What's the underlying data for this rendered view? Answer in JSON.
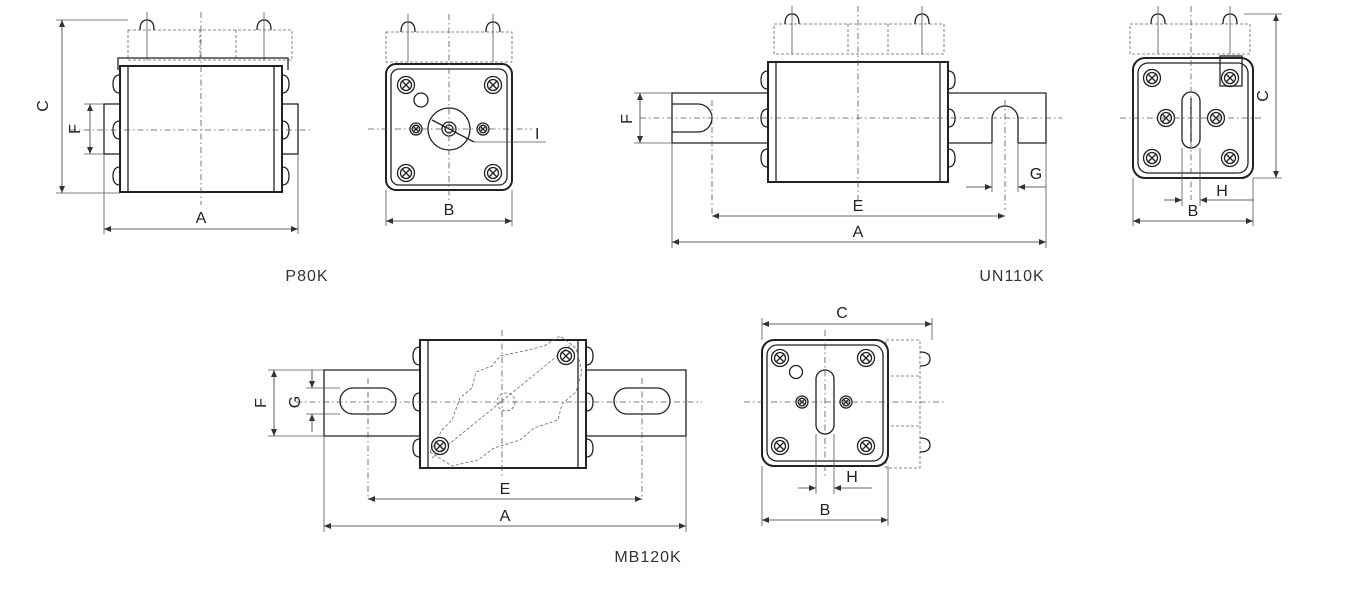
{
  "diagrams": {
    "p80k": {
      "caption": "P80K",
      "labels": {
        "A": "A",
        "B": "B",
        "C": "C",
        "F": "F",
        "I": "I"
      }
    },
    "un110k": {
      "caption": "UN110K",
      "labels": {
        "A": "A",
        "B": "B",
        "C": "C",
        "E": "E",
        "F": "F",
        "G": "G",
        "H": "H"
      }
    },
    "mb120k": {
      "caption": "MB120K",
      "labels": {
        "A": "A",
        "B": "B",
        "C": "C",
        "E": "E",
        "F": "F",
        "G": "G",
        "H": "H"
      }
    }
  },
  "colors": {
    "line": "#222222",
    "background": "#ffffff"
  }
}
